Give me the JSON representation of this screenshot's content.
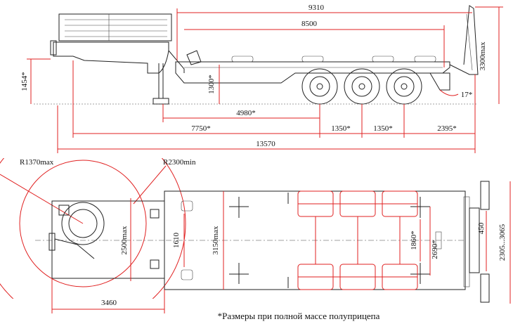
{
  "dimensions": {
    "overall_top": "9310",
    "deck_length": "8500",
    "height_max": "3300max",
    "coupling_height": "1454*",
    "deck_height": "1300*",
    "to_axle1": "4980*",
    "to_axle3": "7750*",
    "axle_spacing_1": "1350*",
    "axle_spacing_2": "1350*",
    "rear_overhang": "2395*",
    "ramp_angle": "17*",
    "total_length": "13570",
    "turn_radius_front": "R1370max",
    "turn_radius_rear": "R2300min",
    "gooseneck_width": "2500max",
    "kingpin_track": "1610",
    "deck_width": "3150max",
    "wheel_track": "1860*",
    "outer_track": "2690*",
    "rear_offset": "450",
    "rear_width_range": "2305...3065",
    "gooseneck_length": "3460"
  },
  "caption": "*Размеры при полной массе полуприцепа"
}
